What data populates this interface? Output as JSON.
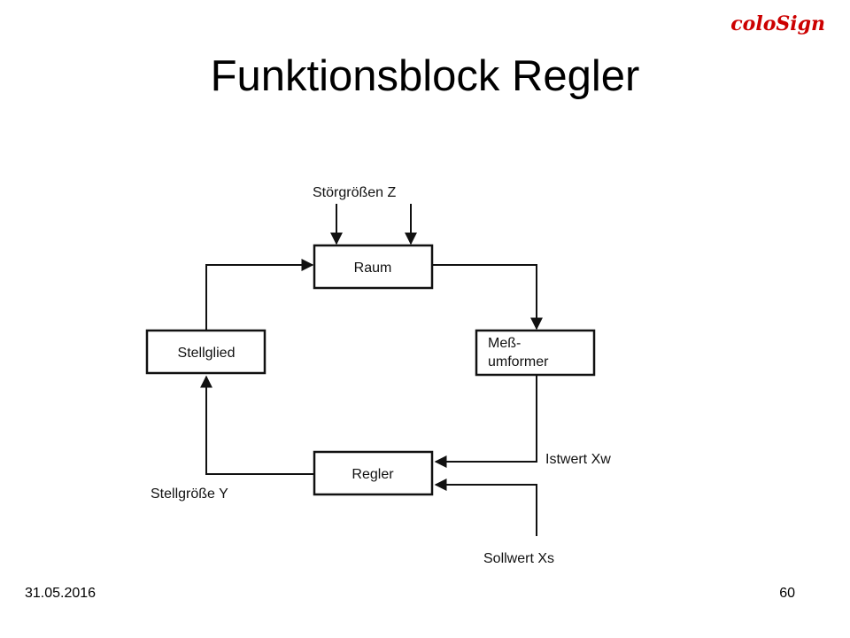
{
  "brand": "coloSign",
  "slide": {
    "title": "Funktionsblock Regler",
    "date": "31.05.2016",
    "page_number": "60"
  },
  "diagram": {
    "blocks": {
      "raum": "Raum",
      "stellglied": "Stellglied",
      "messumformer_line1": "Meß-",
      "messumformer_line2": "umformer",
      "regler": "Regler"
    },
    "labels": {
      "stoergroessen": "Störgrößen Z",
      "istwert": "Istwert Xw",
      "sollwert": "Sollwert Xs",
      "stellgroesse": "Stellgröße Y"
    }
  }
}
